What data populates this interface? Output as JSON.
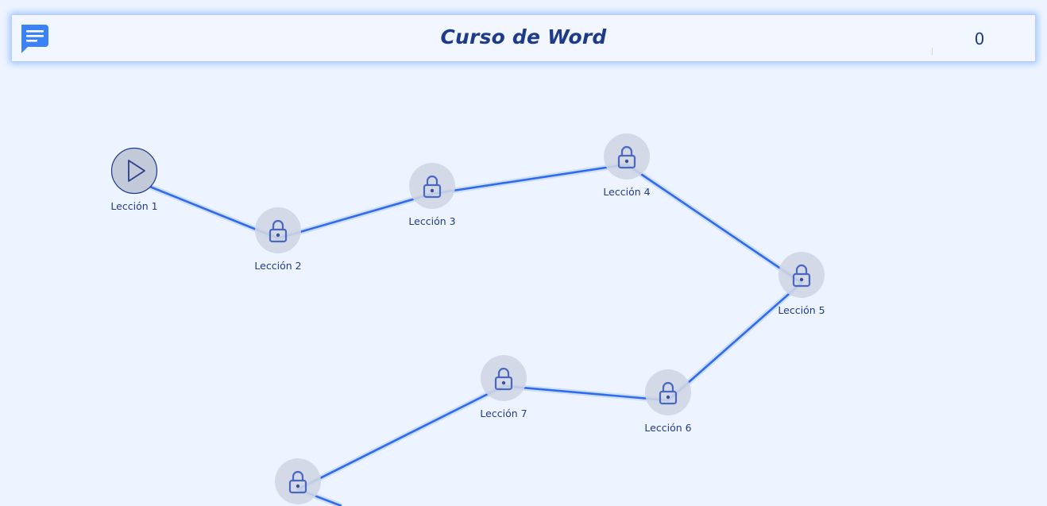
{
  "header": {
    "menu_icon": "chat-menu-icon",
    "title": "Curso de Word",
    "score": "0"
  },
  "colors": {
    "accent": "#3b82f6",
    "title": "#1e3a8a",
    "path": "#2f6bea",
    "locked_node": "#cfd6e4",
    "current_node": "#c2c9d8",
    "background": "#eef4ff"
  },
  "lessons": [
    {
      "label": "Lección 1",
      "state": "current",
      "icon": "play-icon"
    },
    {
      "label": "Lección 2",
      "state": "locked",
      "icon": "lock-icon"
    },
    {
      "label": "Lección 3",
      "state": "locked",
      "icon": "lock-icon"
    },
    {
      "label": "Lección 4",
      "state": "locked",
      "icon": "lock-icon"
    },
    {
      "label": "Lección 5",
      "state": "locked",
      "icon": "lock-icon"
    },
    {
      "label": "Lección 6",
      "state": "locked",
      "icon": "lock-icon"
    },
    {
      "label": "Lección 7",
      "state": "locked",
      "icon": "lock-icon"
    },
    {
      "label": "",
      "state": "locked",
      "icon": "lock-icon"
    }
  ]
}
